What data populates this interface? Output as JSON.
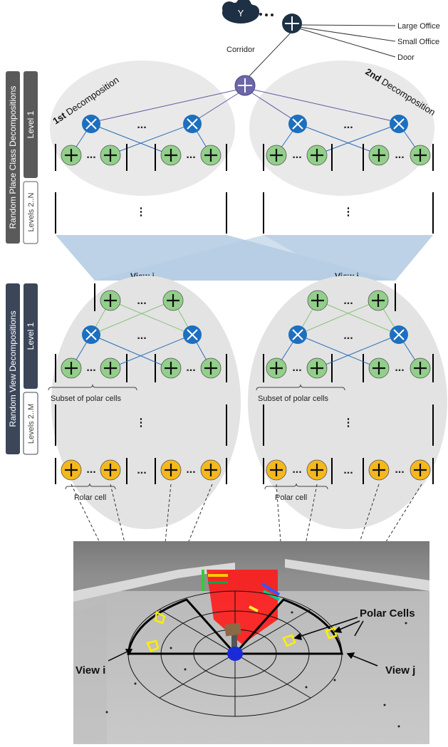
{
  "top": {
    "y_label": "Y",
    "corridor": "Corridor",
    "branches": [
      "Large Office",
      "Small Office",
      "Door"
    ]
  },
  "decompositions": {
    "first_num": "1st",
    "second_num": "2nd",
    "word": " Decomposition"
  },
  "side_labels": {
    "place_class": "Random Place Class Decompositions",
    "view": "Random View Decompositions",
    "level1": "Level 1",
    "levels_n": "Levels 2..N",
    "levels_m": "Levels 2..M"
  },
  "views": {
    "view_i": "View i",
    "view_j": "View j"
  },
  "cells": {
    "subset": "Subset of polar cells",
    "polar_cell": "Polar cell"
  },
  "ellipsis": "...",
  "vellipsis": "⋮",
  "scene": {
    "view_i": "View i",
    "view_j": "View j",
    "polar_cells": "Polar Cells"
  },
  "colors": {
    "sum_dark": "#1d3044",
    "sum_purple": "#6c67a8",
    "product_blue": "#1d6fbf",
    "sum_green": "#92cf8a",
    "sum_yellow": "#f5b81c",
    "panel_dark": "#3b4659",
    "panel_gray": "#5a5a5a"
  },
  "icons": [
    "cloud-icon",
    "plus-node-icon",
    "times-node-icon",
    "robot-icon",
    "polar-grid-icon"
  ]
}
